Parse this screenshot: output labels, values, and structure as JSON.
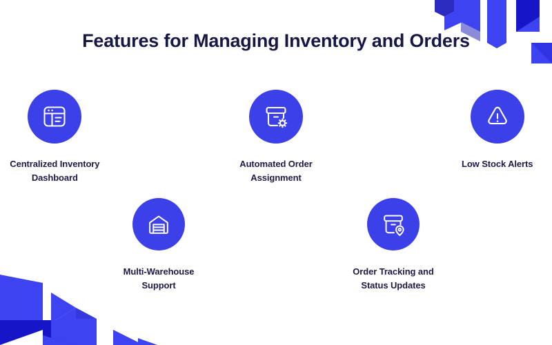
{
  "slide": {
    "title": "Features for Managing Inventory and Orders",
    "background_color": "#FFFFFF",
    "accent_color": "#3B40E8",
    "accent_dark_color": "#1616C8",
    "title_color": "#171746",
    "label_color": "#1B1B46"
  },
  "features": [
    {
      "icon": "dashboard-layout-icon",
      "label_line1": "Centralized Inventory",
      "label_line2": "Dashboard"
    },
    {
      "icon": "box-gear-icon",
      "label_line1": "Automated Order",
      "label_line2": "Assignment"
    },
    {
      "icon": "alert-triangle-icon",
      "label_line1": "Low Stock Alerts",
      "label_line2": ""
    },
    {
      "icon": "warehouse-icon",
      "label_line1": "Multi-Warehouse",
      "label_line2": "Support"
    },
    {
      "icon": "box-location-pin-icon",
      "label_line1": "Order Tracking and",
      "label_line2": "Status Updates"
    }
  ],
  "decorations": {
    "top_right": "angular-chevron-ribbons",
    "bottom_left": "angular-triangle-ribbons"
  }
}
